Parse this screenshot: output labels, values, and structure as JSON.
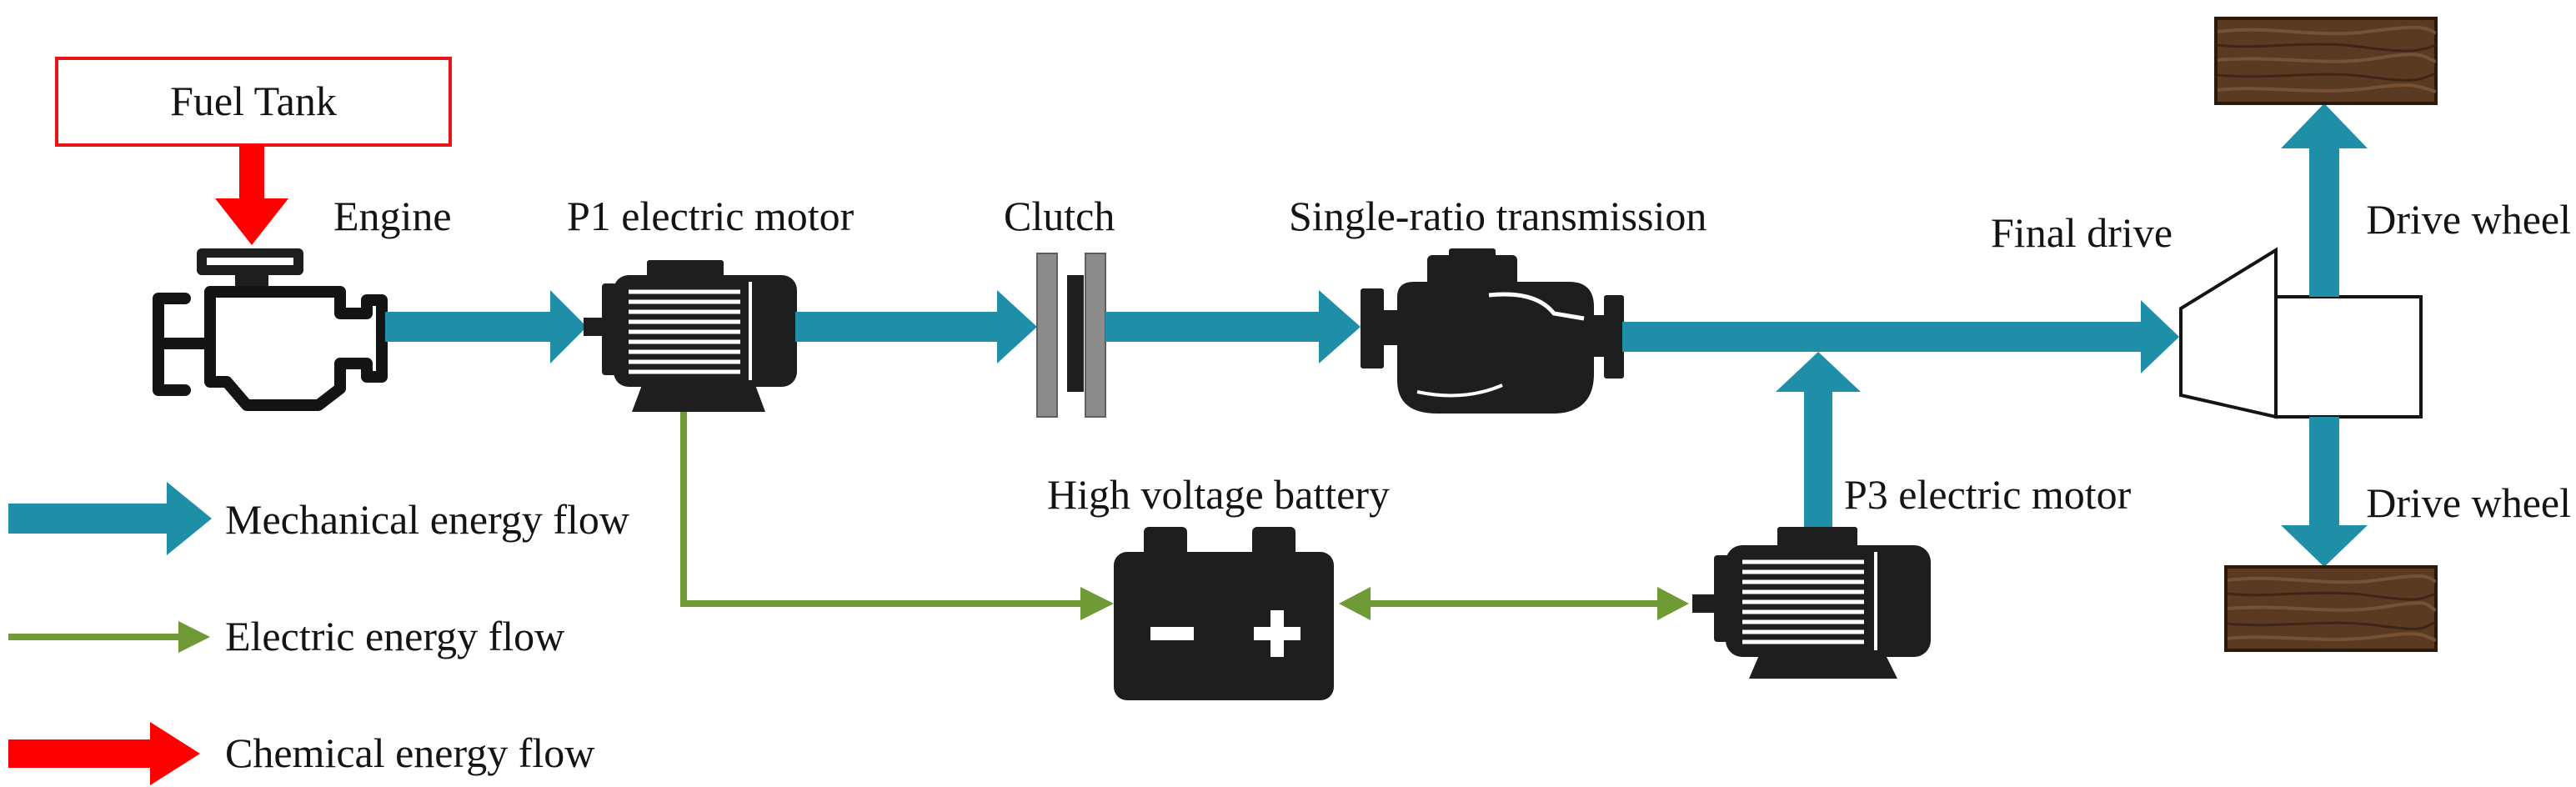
{
  "labels": {
    "fuel_tank": "Fuel Tank",
    "engine": "Engine",
    "p1_motor": "P1 electric motor",
    "clutch": "Clutch",
    "transmission": "Single-ratio transmission",
    "final_drive": "Final drive",
    "drive_wheel_top": "Drive wheel",
    "drive_wheel_bottom": "Drive wheel",
    "battery": "High voltage battery",
    "p3_motor": "P3 electric motor"
  },
  "legend": [
    {
      "label": "Mechanical energy flow"
    },
    {
      "label": "Electric energy flow"
    },
    {
      "label": "Chemical energy flow"
    }
  ],
  "colors": {
    "mechanical_flow": "#1f8ea7",
    "electric_flow": "#6f9a36",
    "chemical_flow": "#ff0000",
    "fuel_tank_border": "#e8141c",
    "drive_wheel": "#5b3a22"
  }
}
